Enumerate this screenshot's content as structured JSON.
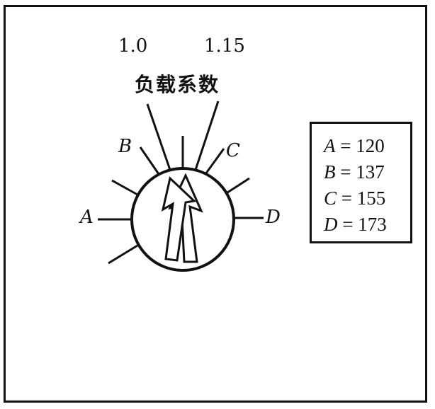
{
  "scale": {
    "tick_low": "1.0",
    "tick_high": "1.15",
    "caption": "负载系数"
  },
  "dial_labels": {
    "a": "A",
    "b": "B",
    "c": "C",
    "d": "D"
  },
  "legend": [
    {
      "letter": "A",
      "value": "= 120"
    },
    {
      "letter": "B",
      "value": "= 137"
    },
    {
      "letter": "C",
      "value": "= 155"
    },
    {
      "letter": "D",
      "value": "= 173"
    }
  ]
}
